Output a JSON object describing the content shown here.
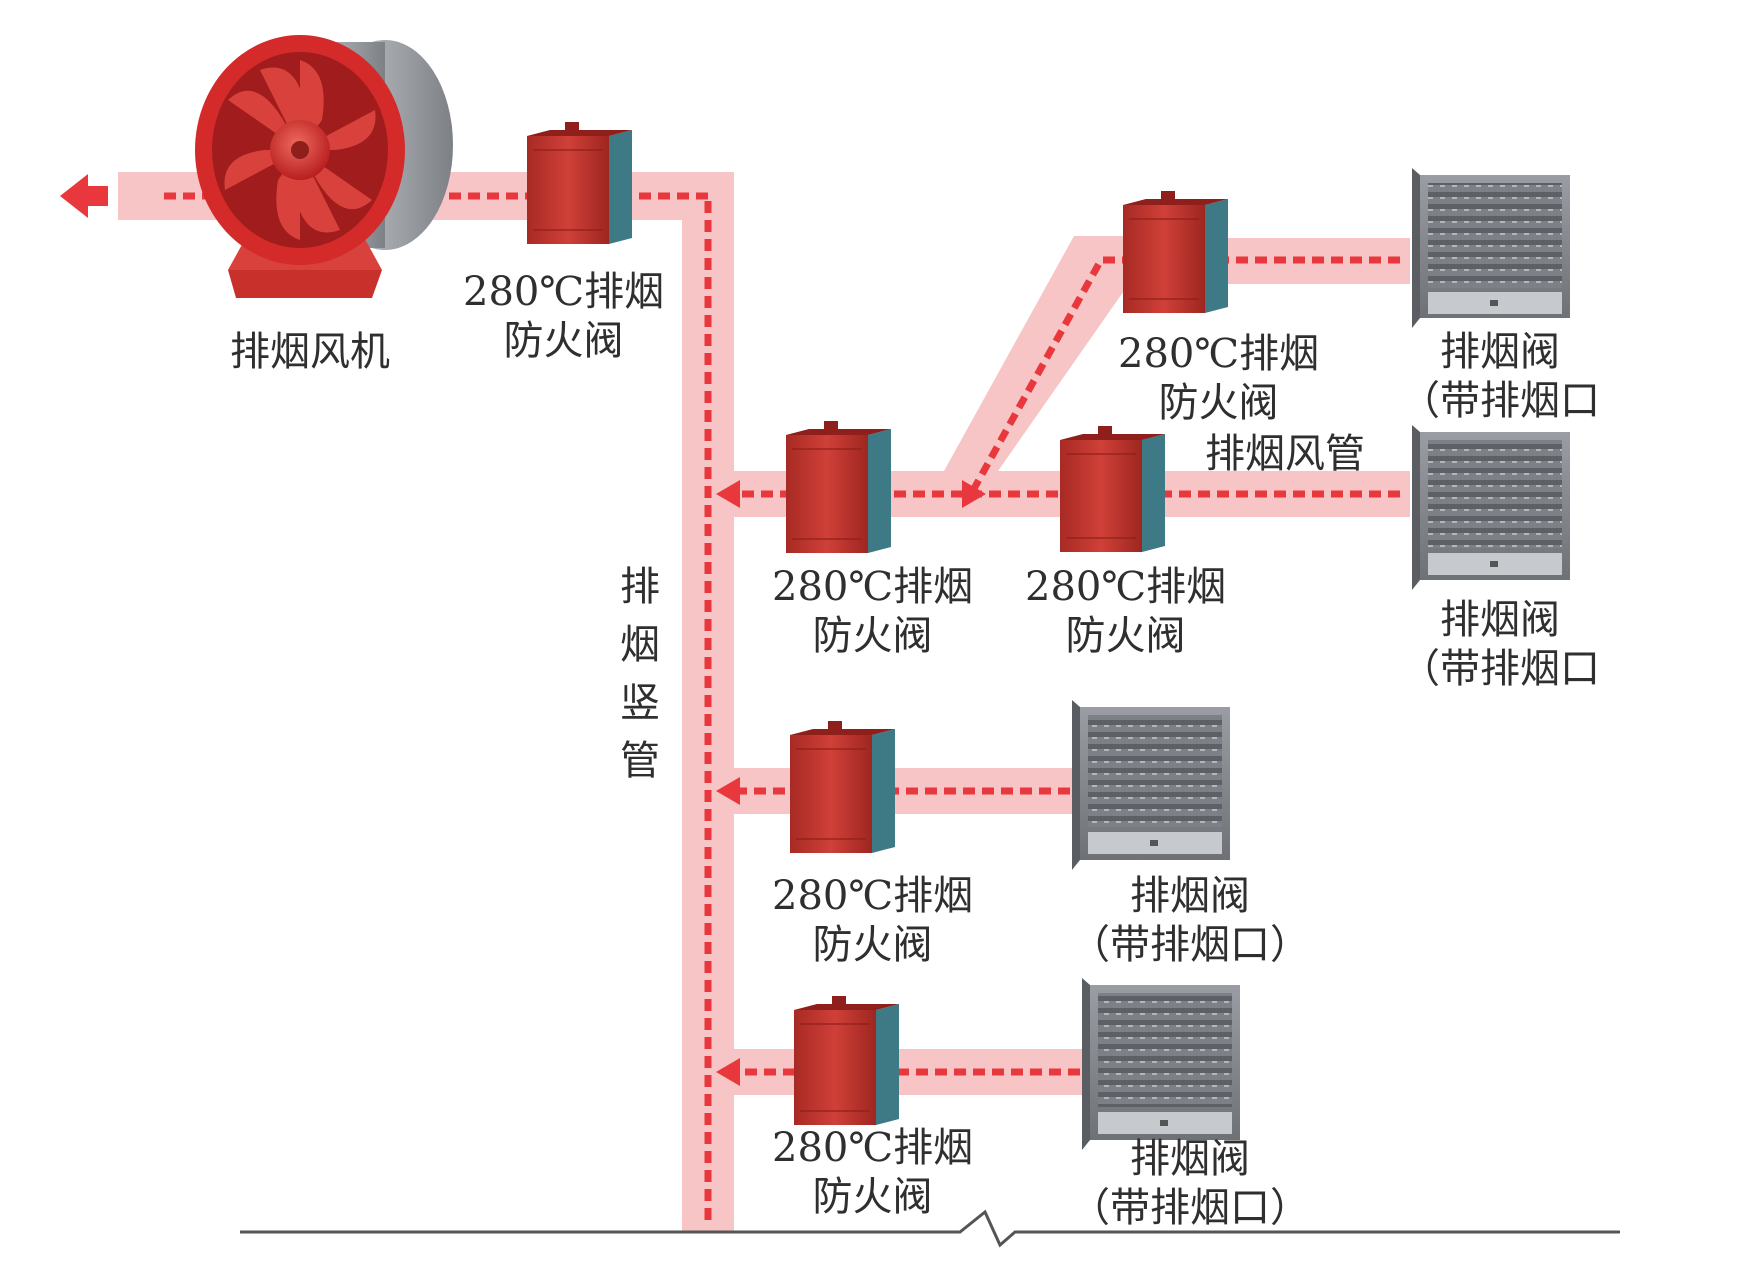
{
  "colors": {
    "duct_fill": "#f7c5c5",
    "duct_dash": "#e8383d",
    "damper_body": "#c63a33",
    "damper_dark": "#8e1f1a",
    "damper_side": "#3d7a86",
    "fan_red": "#d42a2a",
    "fan_grey": "#b9bdc2",
    "vent_grey": "#8a8d92",
    "baseline": "#555555",
    "text": "#2f2f2f"
  },
  "labels": {
    "fan": "排烟风机",
    "damper_main": [
      "280℃排烟",
      "防火阀"
    ],
    "riser": [
      "排",
      "烟",
      "竖",
      "管"
    ],
    "damper_upper": [
      "280℃排烟",
      "防火阀"
    ],
    "vent_top": [
      "排烟阀",
      "（带排烟口"
    ],
    "duct": "排烟风管",
    "damper_mid_left": [
      "280℃排烟",
      "防火阀"
    ],
    "damper_mid_right": [
      "280℃排烟",
      "防火阀"
    ],
    "vent_mid": [
      "排烟阀",
      "（带排烟口"
    ],
    "damper_row3": [
      "280℃排烟",
      "防火阀"
    ],
    "vent_row3": [
      "排烟阀",
      "（带排烟口）"
    ],
    "damper_row4": [
      "280℃排烟",
      "防火阀"
    ],
    "vent_row4": [
      "排烟阀",
      "（带排烟口）"
    ]
  },
  "icons": {
    "fan": "axial-smoke-exhaust-fan-icon",
    "damper": "fire-damper-icon",
    "vent": "smoke-exhaust-vent-icon",
    "arrow": "airflow-arrow-icon"
  }
}
